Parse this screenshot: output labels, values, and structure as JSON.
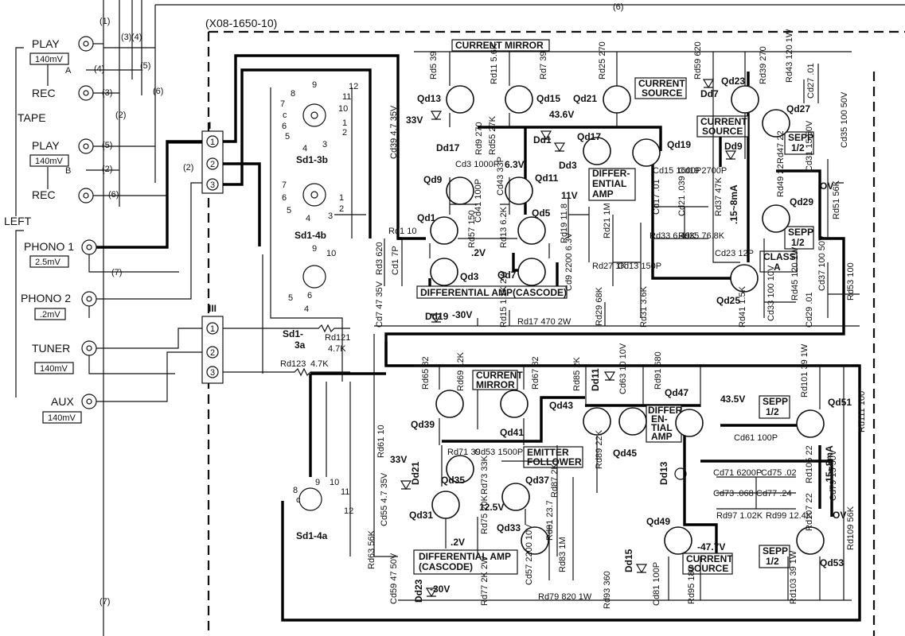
{
  "header": {
    "part_number": "(X08-1650-10)",
    "marker_6": "(6)"
  },
  "inputs": {
    "left": "LEFT",
    "tape": "TAPE",
    "tape_a": "A",
    "tape_b": "B",
    "jacks": [
      {
        "label": "PLAY",
        "level": "140mV"
      },
      {
        "label": "REC",
        "level": ""
      },
      {
        "label": "PLAY",
        "level": "140mV"
      },
      {
        "label": "REC",
        "level": ""
      },
      {
        "label": "PHONO 1",
        "level": "2.5mV"
      },
      {
        "label": "PHONO 2",
        "level": ".2mV"
      },
      {
        "label": "TUNER",
        "level": "140mV"
      },
      {
        "label": "AUX",
        "level": "140mV"
      }
    ],
    "wire_markers": [
      "(1)",
      "(2)",
      "(3)",
      "(4)",
      "(5)",
      "(6)",
      "(7)",
      "(3)",
      "(4)",
      "(2)",
      "(5)",
      "(2)",
      "(6)",
      "(7)"
    ]
  },
  "connectors": {
    "I": {
      "label": "I",
      "pins": [
        "1",
        "2",
        "3"
      ]
    },
    "III": {
      "label": "III",
      "pins": [
        "1",
        "2",
        "3"
      ]
    }
  },
  "switches": {
    "sd1_3b": {
      "label": "Sd1-3b",
      "positions": [
        "9",
        "8",
        "7",
        "6",
        "5",
        "4",
        "3",
        "2",
        "1",
        "10",
        "11",
        "12"
      ],
      "c": "c"
    },
    "sd1_4b": {
      "label": "Sd1-4b",
      "positions": [
        "7",
        "6",
        "5",
        "4",
        "3",
        "2",
        "1"
      ]
    },
    "sd1_3a": {
      "label": "Sd1-\n3a",
      "positions": [
        "9",
        "10",
        "5",
        "4",
        "6"
      ]
    },
    "sd1_4a": {
      "label": "Sd1-4a",
      "positions": [
        "8",
        "c",
        "9",
        "10",
        "11",
        "12"
      ]
    }
  },
  "resistors_input": [
    {
      "label": "Rd121",
      "value": "4.7K"
    },
    {
      "label": "Rd123",
      "value": "4.7K"
    }
  ],
  "upper_amp": {
    "blocks": {
      "current_mirror": "CURRENT MIRROR",
      "current_source_1": "CURRENT\nSOURCE",
      "current_source_2": "CURRENT\nSOURCE",
      "differential_amp_1": "DIFFER-\nENTIAL\nAMP",
      "differential_amp_cascode": "DIFFERENTIAL AMP(CASCODE)",
      "sepp_1": "SEPP\n1/2",
      "sepp_2": "SEPP\n1/2",
      "class_a": "CLASS\nA"
    },
    "transistors": [
      "Qd13",
      "Qd15",
      "Qd21",
      "Qd23",
      "Qd27",
      "Qd17",
      "Qd19",
      "Qd9",
      "Qd11",
      "Qd1",
      "Qd5",
      "Qd3",
      "Qd7",
      "Qd25",
      "Qd29"
    ],
    "diodes": [
      "Dd17",
      "Dd1",
      "Dd3",
      "Dd7",
      "Dd9",
      "Dd19"
    ],
    "voltages": [
      "33V",
      "43.6V",
      "6.3V",
      "11V",
      ".2V",
      "-30V",
      "OV",
      ".15~8mA"
    ],
    "parts": [
      "Rd5 39",
      "Rd9 270",
      "Rd55 27K",
      "Rd11 5.6K",
      "Rd7 39",
      "Rd25 270",
      "Rd59 620",
      "Rd39 270",
      "Rd43 120 1W",
      "Cd27 .01",
      "Cd35 100 50V",
      "Cd39 4.7 35V",
      "Cd3 1000P",
      "Cd43 33P",
      "Cd41 100P",
      "Rd57 150",
      "Rd13 6.2K",
      "Rd19 11.8",
      "Rd21 1M",
      "Cd15 1600P",
      "Cd19 2700P",
      "Cd17 .01",
      "Cd21 .039",
      "Rd33 6.49K",
      "Rd35 76.8K",
      "Rd37 47K",
      "Rd47 22",
      "Rd49 22",
      "Cd31 15 50V",
      "Rd51 56K",
      "Rd1 10",
      "Rd3 620",
      "Cd1 7P",
      "Rd27 1K",
      "Cd13 150P",
      "Cd9 2200 6.3V",
      "Cd23 12P",
      "Cd37 100 50V",
      "Rd53 100",
      "Cd7 47 35V",
      "Rd15 1.1K 2W",
      "Rd17 470 2W",
      "Rd29 68K",
      "Rd31 3.6K",
      "Rd41 1.5K",
      "Cd33 100 10V",
      "Rd45 120 1W",
      "Cd29 .01"
    ]
  },
  "lower_amp": {
    "blocks": {
      "current_mirror": "CURRENT\nMIRROR",
      "emitter_follower": "EMITTER\nFOLLOWER",
      "differential_amp_1": "DIFFER-\nEN-\nTIAL\nAMP",
      "differential_amp_cascode": "DIFFERENTIAL AMP\n(CASCODE)",
      "current_source": "CURRENT\nSOURCE",
      "sepp_1": "SEPP\n1/2",
      "sepp_2": "SEPP\n1/2"
    },
    "transistors": [
      "Qd39",
      "Qd41",
      "Qd43",
      "Qd45",
      "Qd47",
      "Qd51",
      "Qd35",
      "Qd37",
      "Qd31",
      "Qd33",
      "Qd49",
      "Qd53"
    ],
    "diodes": [
      "Dd11",
      "Dd21",
      "Dd13",
      "Dd15",
      "Dd23"
    ],
    "voltages": [
      "43.5V",
      "33V",
      "12.5V",
      ".2V",
      "-47.7V",
      "-30V",
      "OV",
      ".15~8mA"
    ],
    "parts": [
      "Rd65 82",
      "Rd69 12K",
      "Rd67 82",
      "Rd85 2K",
      "Cd63 10 10V",
      "Rd91 680",
      "Rd101 39 1W",
      "Rd111 100",
      "Rd61 10",
      "Rd71 39",
      "Cd53 1500P",
      "Rd89 22K",
      "Rd87 2K",
      "Rd73 33K",
      "Cd61 100P",
      "Cd71 6200P",
      "Cd75 .02",
      "Cd73 .068",
      "Cd77 .24",
      "Rd105 22",
      "Cd79 15 50V",
      "Rd97 1.02K",
      "Rd99 12.4K",
      "Rd107 22",
      "Rd109 56K",
      "Cd55 4.7 35V",
      "Rd75 20K",
      "Rd81 23.7",
      "Rd83 1M",
      "Cd57 2200 10V",
      "Rd63 56K",
      "Cd59 47 50V",
      "Rd77 2K 2W",
      "Rd79 820 1W",
      "Rd93 360",
      "Cd81 100P",
      "Rd95 180",
      "Rd103 39 1W"
    ]
  }
}
